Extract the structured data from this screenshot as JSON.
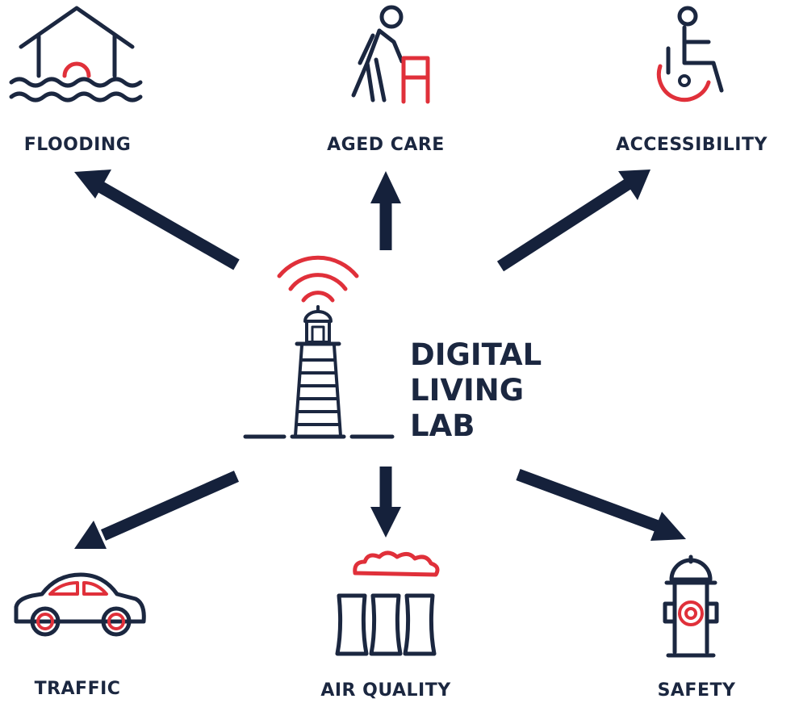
{
  "hub": {
    "lines": [
      "DIGITAL",
      "LIVING",
      "LAB"
    ],
    "icon": "lighthouse-icon"
  },
  "nodes": [
    {
      "id": "flooding",
      "label": "FLOODING",
      "icon": "flooded-house-icon"
    },
    {
      "id": "aged-care",
      "label": "AGED CARE",
      "icon": "elderly-walker-icon"
    },
    {
      "id": "accessibility",
      "label": "ACCESSIBILITY",
      "icon": "wheelchair-icon"
    },
    {
      "id": "traffic",
      "label": "TRAFFIC",
      "icon": "car-icon"
    },
    {
      "id": "air-quality",
      "label": "AIR QUALITY",
      "icon": "cooling-towers-icon"
    },
    {
      "id": "safety",
      "label": "SAFETY",
      "icon": "fire-hydrant-icon"
    }
  ],
  "colors": {
    "ink": "#1b2740",
    "arrow": "#15213b",
    "accent": "#e0303a",
    "background": "#ffffff"
  }
}
